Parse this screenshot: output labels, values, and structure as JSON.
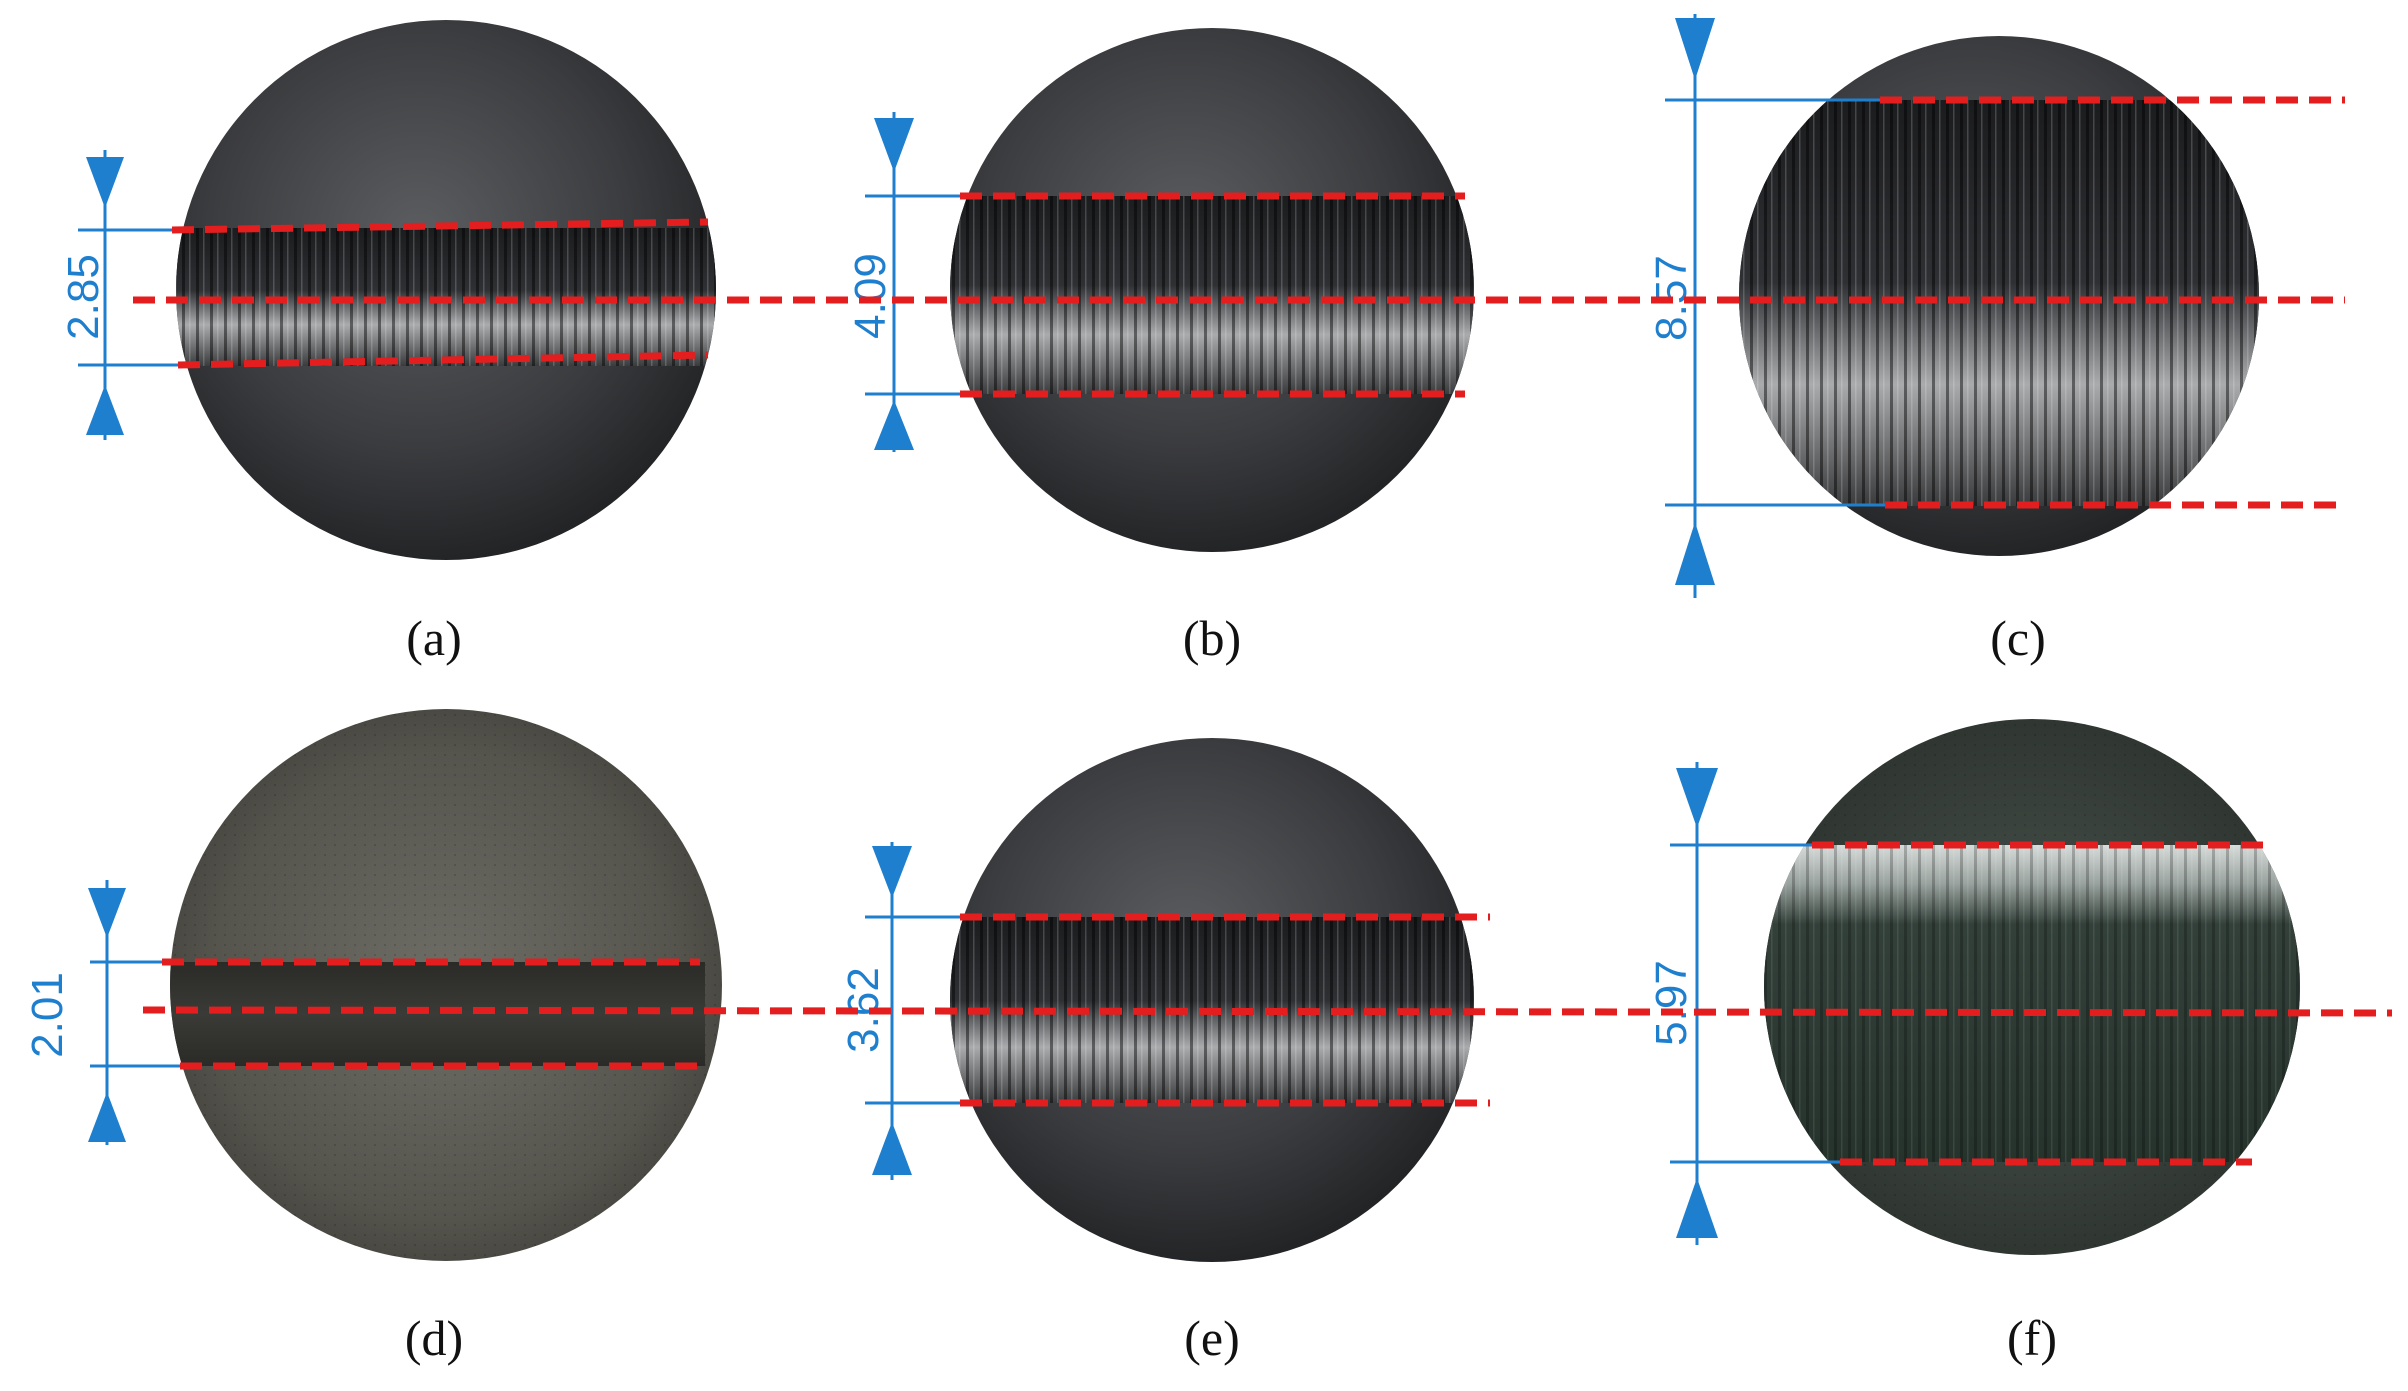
{
  "colors": {
    "dimension": "#1f7fcf",
    "guide_line": "#e41e1e",
    "background": "#ffffff"
  },
  "panels": [
    {
      "id": "a",
      "caption": "(a)",
      "dimension": "2.85",
      "surface": "dark-steel"
    },
    {
      "id": "b",
      "caption": "(b)",
      "dimension": "4.09",
      "surface": "dark-steel"
    },
    {
      "id": "c",
      "caption": "(c)",
      "dimension": "8.57",
      "surface": "dark-steel"
    },
    {
      "id": "d",
      "caption": "(d)",
      "dimension": "2.01",
      "surface": "machined-gray"
    },
    {
      "id": "e",
      "caption": "(e)",
      "dimension": "3.62",
      "surface": "dark-steel"
    },
    {
      "id": "f",
      "caption": "(f)",
      "dimension": "5.97",
      "surface": "greenish-polished"
    }
  ]
}
